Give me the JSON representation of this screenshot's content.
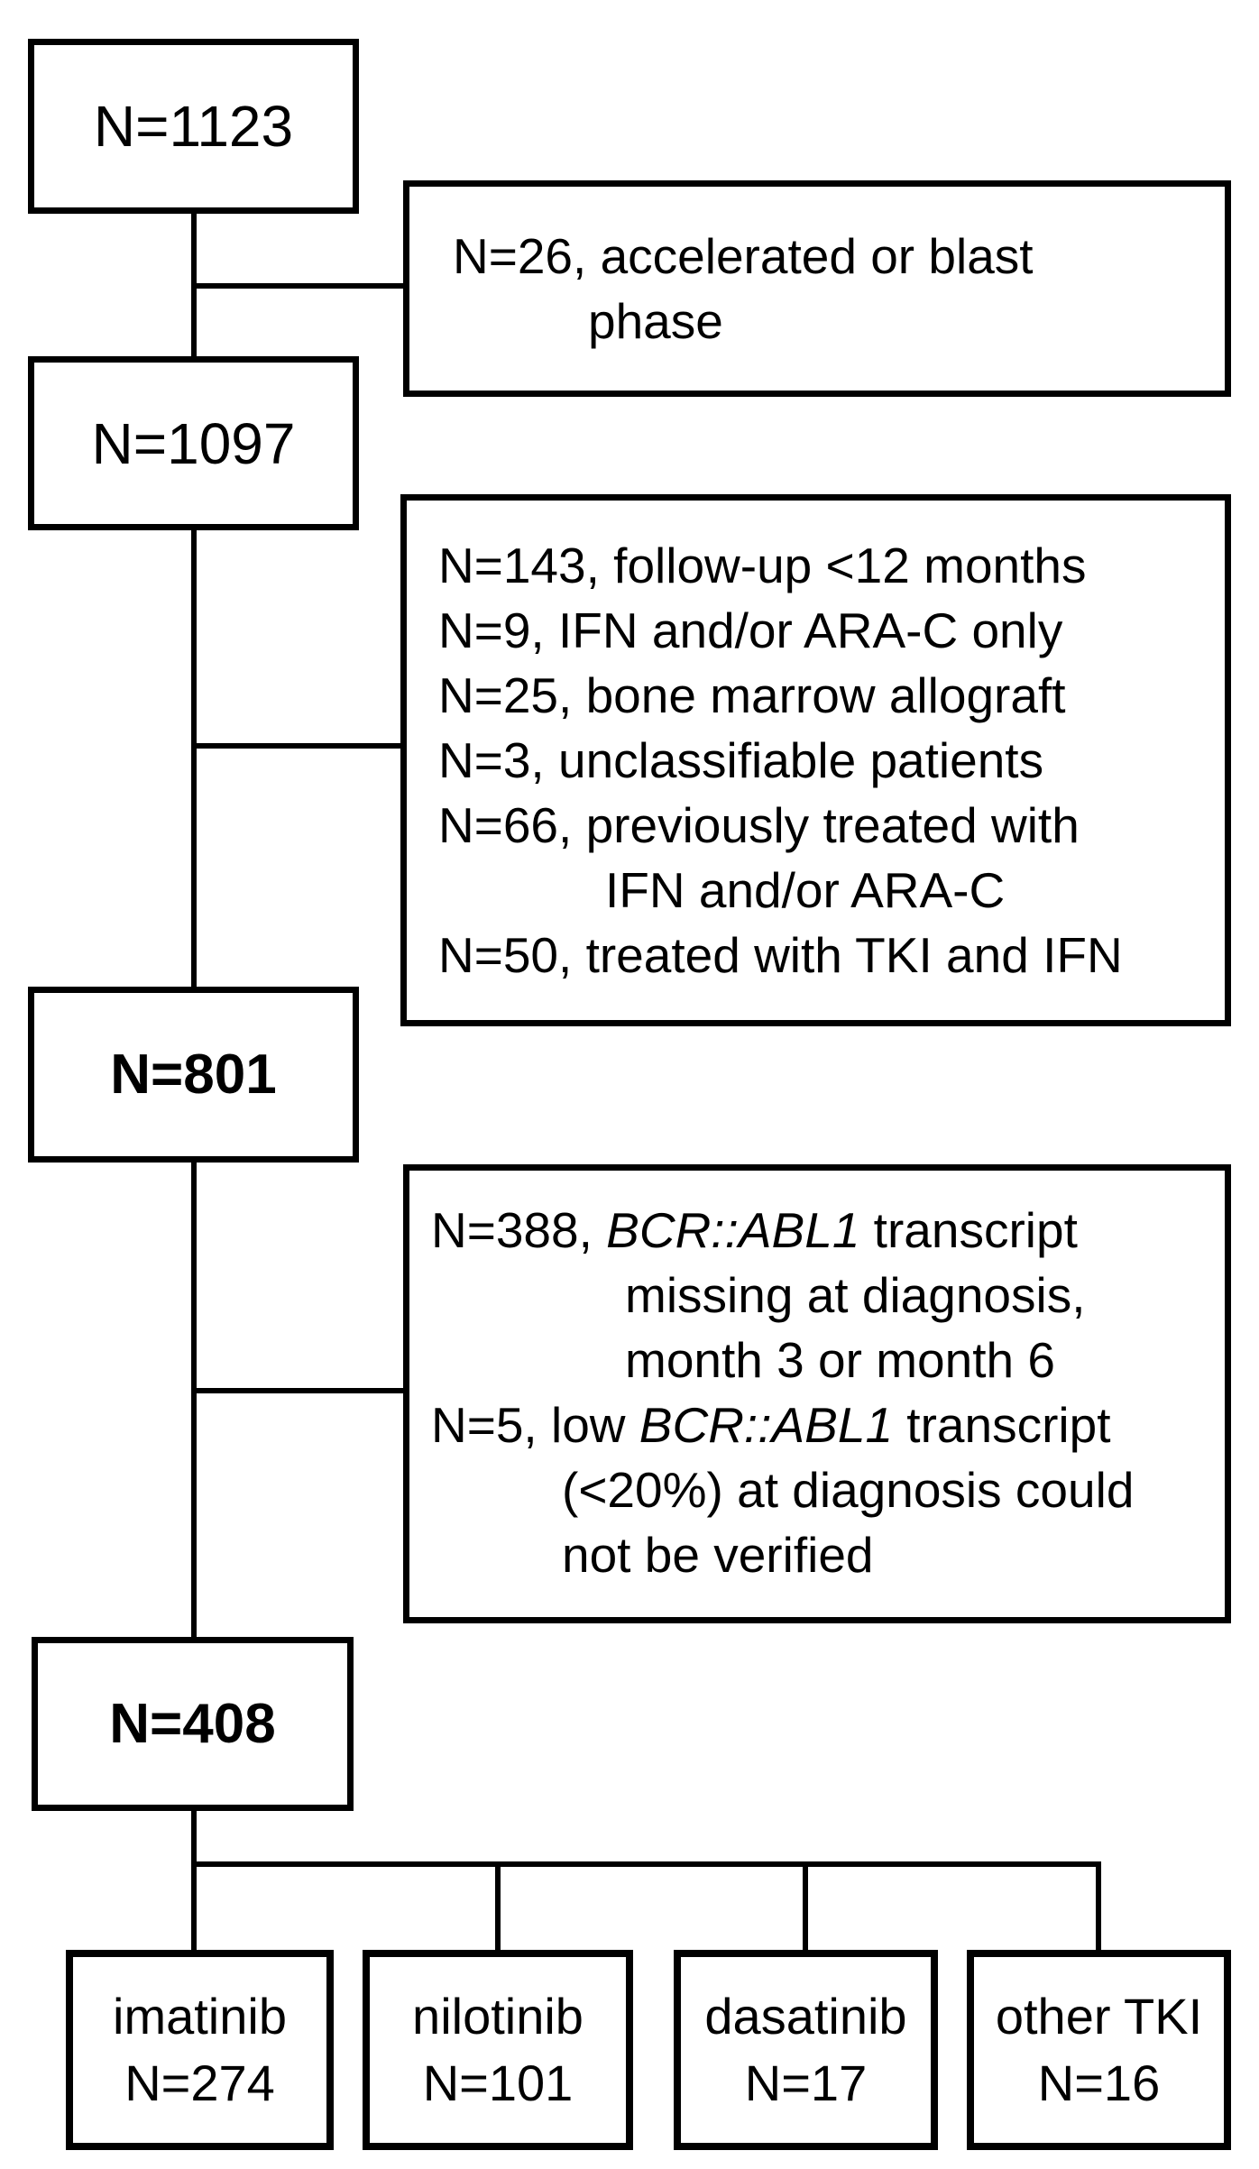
{
  "figure": {
    "background": "#ffffff",
    "line_color": "#000000",
    "flow": {
      "main_boxes": [
        {
          "label": "N=1123",
          "bold": false
        },
        {
          "label": "N=1097",
          "bold": false
        },
        {
          "label": "N=801",
          "bold": true
        },
        {
          "label": "N=408",
          "bold": true
        }
      ],
      "exclusions": [
        {
          "lines": [
            {
              "pre": "N=26, accelerated or blast"
            },
            {
              "pre": "phase"
            }
          ]
        },
        {
          "lines": [
            {
              "pre": "N=143, follow-up <12 months"
            },
            {
              "pre": "N=9, IFN and/or ARA-C only"
            },
            {
              "pre": "N=25, bone marrow allograft"
            },
            {
              "pre": "N=3, unclassifiable patients"
            },
            {
              "pre": "N=66, previously treated with"
            },
            {
              "pre": "IFN and/or ARA-C"
            },
            {
              "pre": "N=50, treated with TKI and IFN"
            }
          ]
        },
        {
          "lines": [
            {
              "pre": "N=388, ",
              "italic": "BCR::ABL1",
              "post": " transcript"
            },
            {
              "pre": "missing at diagnosis,"
            },
            {
              "pre": "month 3 or month 6"
            },
            {
              "pre": "N=5, low ",
              "italic": "BCR::ABL1",
              "post": " transcript"
            },
            {
              "pre": "(<20%) at diagnosis could"
            },
            {
              "pre": "not be verified"
            }
          ]
        }
      ],
      "leaf_boxes": [
        {
          "name": "imatinib",
          "count": "N=274"
        },
        {
          "name": "nilotinib",
          "count": "N=101"
        },
        {
          "name": "dasatinib",
          "count": "N=17"
        },
        {
          "name": "other TKI",
          "count": "N=16"
        }
      ]
    }
  }
}
